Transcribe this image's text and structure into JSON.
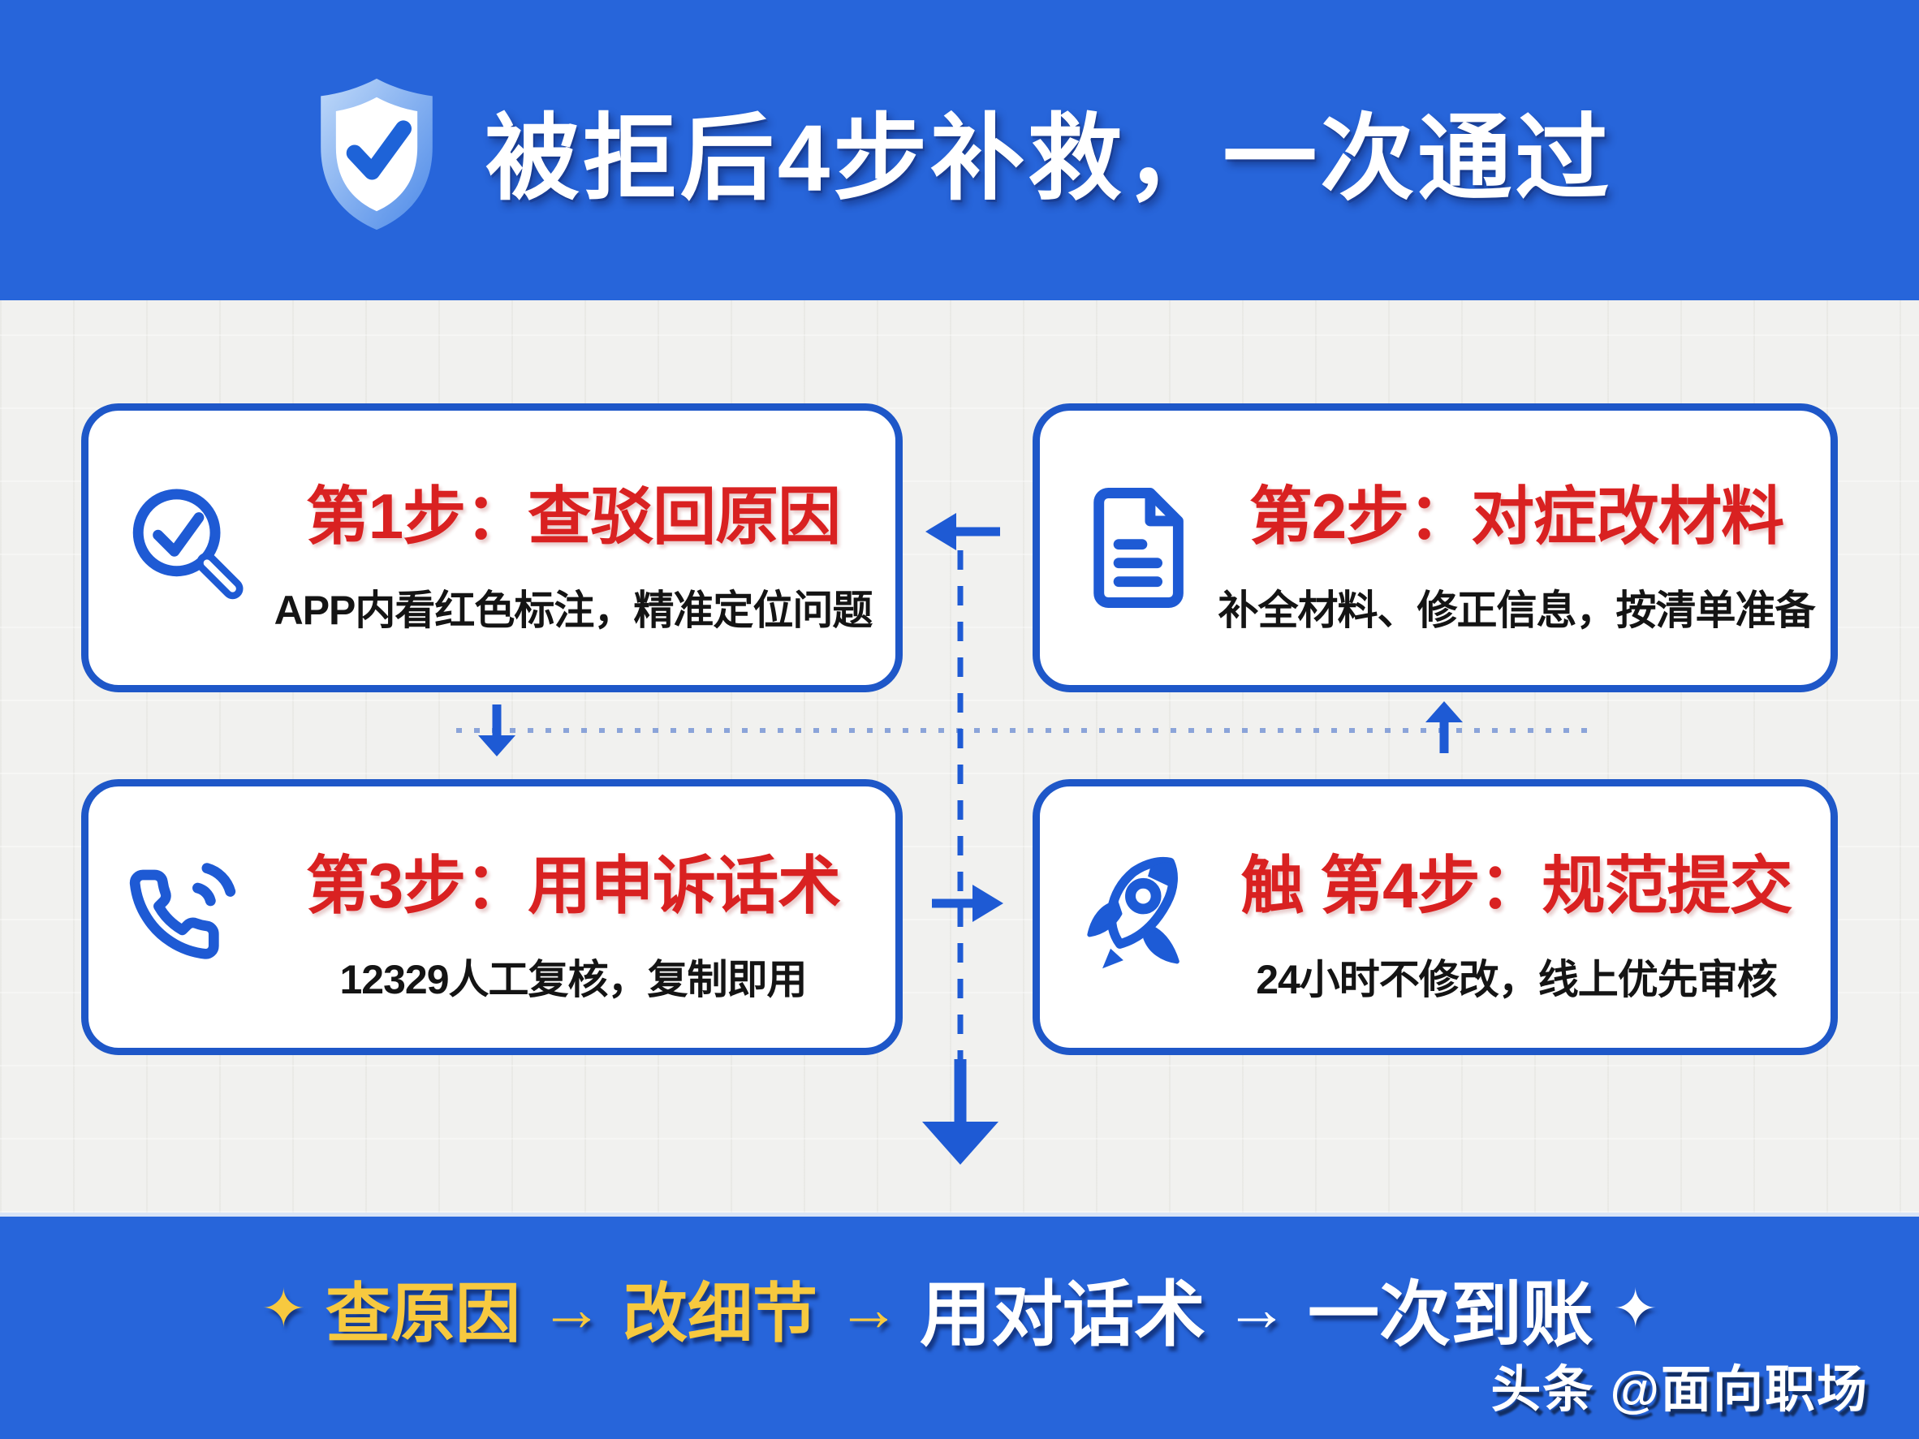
{
  "header": {
    "title": "被拒后4步补救，一次通过",
    "icon": "shield-check-icon"
  },
  "cards": [
    {
      "icon": "magnifier-check-icon",
      "title": "第1步：查驳回原因",
      "subtitle": "APP内看红色标注，精准定位问题"
    },
    {
      "icon": "document-icon",
      "title": "第2步：对症改材料",
      "subtitle": "补全材料、修正信息，按清单准备"
    },
    {
      "icon": "phone-icon",
      "title": "第3步：用申诉话术",
      "subtitle": "12329人工复核，复制即用"
    },
    {
      "icon": "rocket-icon",
      "title": "触 第4步：规范提交",
      "subtitle": "24小时不修改，线上优先审核"
    }
  ],
  "flow": {
    "connectors": [
      "card2-to-card1-arrow",
      "card1-to-card3-arrow",
      "card3-to-card4-arrow",
      "up-arrow-to-card2",
      "center-down-arrow",
      "horizontal-dotted-line",
      "vertical-dashed-line"
    ]
  },
  "footer": {
    "sparkle": "✦",
    "arrow": "→",
    "steps": [
      {
        "text": "查原因",
        "color": "#F7C93F"
      },
      {
        "text": "改细节",
        "color": "#F7C93F"
      },
      {
        "text": "用对话术",
        "color": "#FFFFFF"
      },
      {
        "text": "一次到账",
        "color": "#FFFFFF"
      }
    ],
    "watermark": "头条 @面向职场"
  },
  "colors": {
    "banner_blue": "#2765DA",
    "card_border_blue": "#1E57C8",
    "icon_blue": "#1E5AD4",
    "step_title_red": "#D92121",
    "accent_yellow": "#F7C93F",
    "background": "#F1F1EF"
  }
}
